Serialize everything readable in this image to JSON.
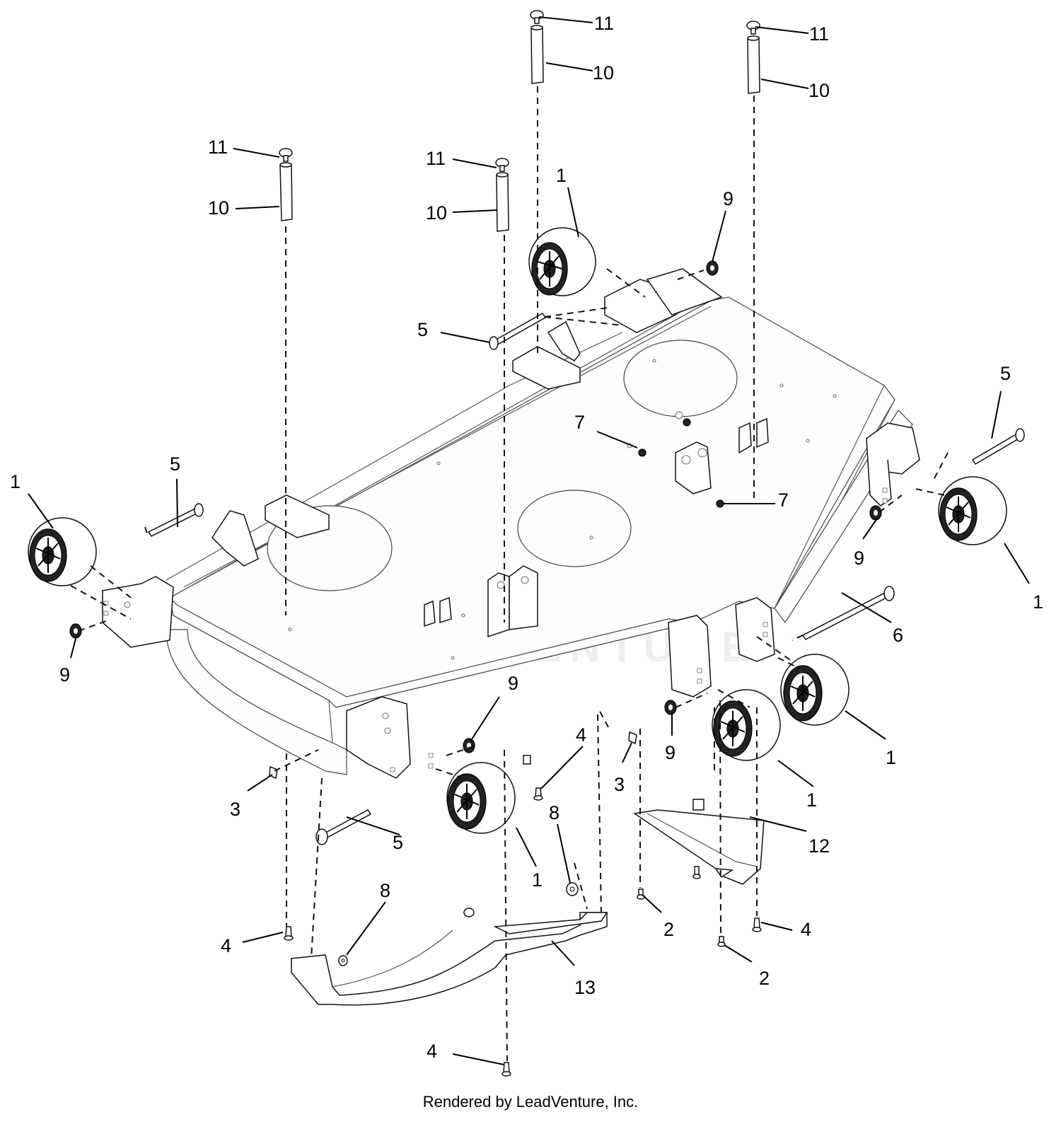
{
  "diagram": {
    "callouts": {
      "c1a": "1",
      "c1b": "1",
      "c1c": "1",
      "c1d": "1",
      "c1e": "1",
      "c1f": "1",
      "c2a": "2",
      "c2b": "2",
      "c3a": "3",
      "c3b": "3",
      "c4a": "4",
      "c4b": "4",
      "c4c": "4",
      "c4d": "4",
      "c5a": "5",
      "c5b": "5",
      "c5c": "5",
      "c5d": "5",
      "c6": "6",
      "c7a": "7",
      "c7b": "7",
      "c8a": "8",
      "c8b": "8",
      "c9a": "9",
      "c9b": "9",
      "c9c": "9",
      "c9d": "9",
      "c9e": "9",
      "c10a": "10",
      "c10b": "10",
      "c10c": "10",
      "c10d": "10",
      "c11a": "11",
      "c11b": "11",
      "c11c": "11",
      "c11d": "11",
      "c12": "12",
      "c13": "13"
    },
    "watermark": "LEADVENTURE",
    "footer": "Rendered by LeadVenture, Inc."
  }
}
